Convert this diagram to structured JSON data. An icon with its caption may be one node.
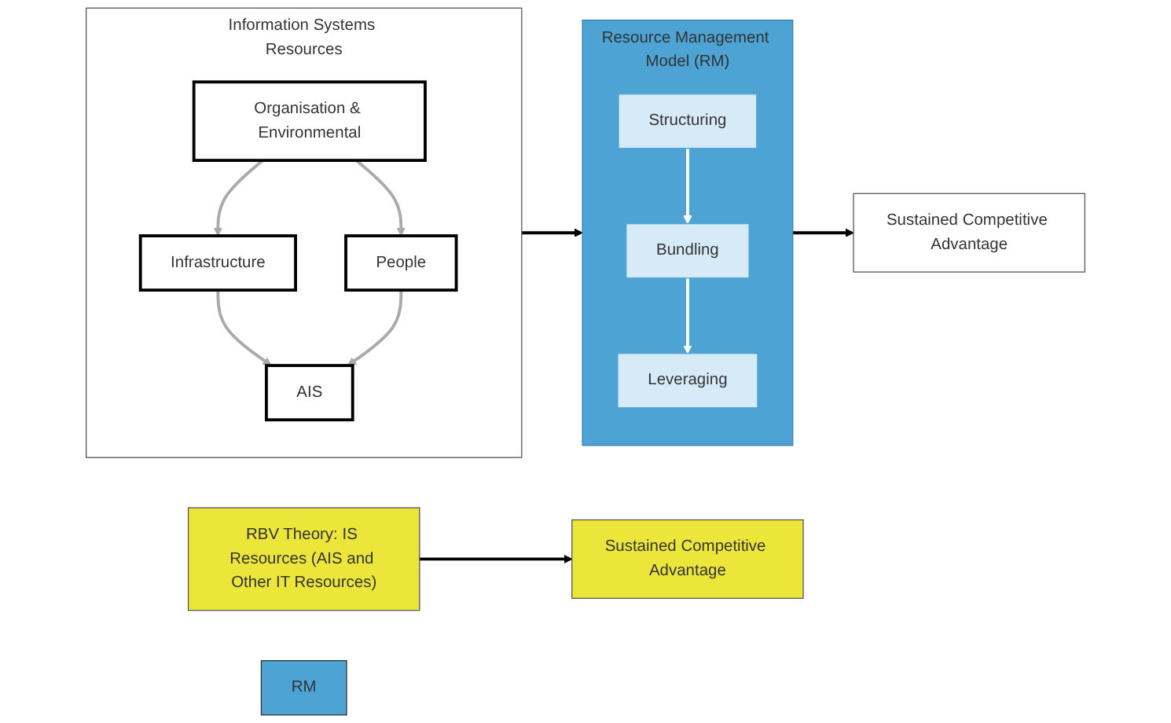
{
  "diagram": {
    "nodes": [
      {
        "text": [
          "Information Systems Resources"
        ]
      },
      {
        "text": [
          "AIS"
        ],
        "in": 0
      },
      {
        "text": [
          "Infrastructure"
        ],
        "in": 0
      },
      {
        "text": [
          "People"
        ],
        "in": 0
      },
      {
        "text": [
          "Organisation & Environmental"
        ],
        "in": 0
      },
      {
        "text": [
          "Resource Management Model (RM)"
        ]
      },
      {
        "text": [
          "Structuring"
        ],
        "in": 5
      },
      {
        "text": [
          "Bundling"
        ],
        "in": 5
      },
      {
        "text": [
          "Leveraging"
        ],
        "in": 5
      },
      {
        "text": [
          "Sustained Competitive Advantage"
        ]
      },
      {
        "text": [
          "RBV Theory: IS Resources (AIS and Other IT Resources)"
        ]
      },
      {
        "text": [
          "RM"
        ]
      },
      {
        "text": [
          "Sustained Competitive Advantage"
        ]
      }
    ],
    "edges": [
      {
        "from": 2,
        "to": 1,
        "arrow": "to",
        "color": "#aaaaaa"
      },
      {
        "from": 3,
        "to": 1,
        "arrow": "to",
        "color": "#aaaaaa"
      },
      {
        "from": 4,
        "to": 2,
        "arrow": "to",
        "color": "#aaaaaa"
      },
      {
        "from": 4,
        "to": 3,
        "arrow": "to",
        "color": "#aaaaaa"
      },
      {
        "from": 0,
        "to": 5,
        "arrow": "to",
        "color": "#000000"
      },
      {
        "from": 6,
        "to": 7,
        "arrow": "to",
        "color": "#ffffff"
      },
      {
        "from": 7,
        "to": 8,
        "arrow": "to",
        "color": "#ffffff"
      },
      {
        "from": 5,
        "to": 9,
        "arrow": "to",
        "color": "#000000"
      },
      {
        "from": 10,
        "to": 12,
        "arrow": "to",
        "color": "#000000"
      }
    ]
  }
}
